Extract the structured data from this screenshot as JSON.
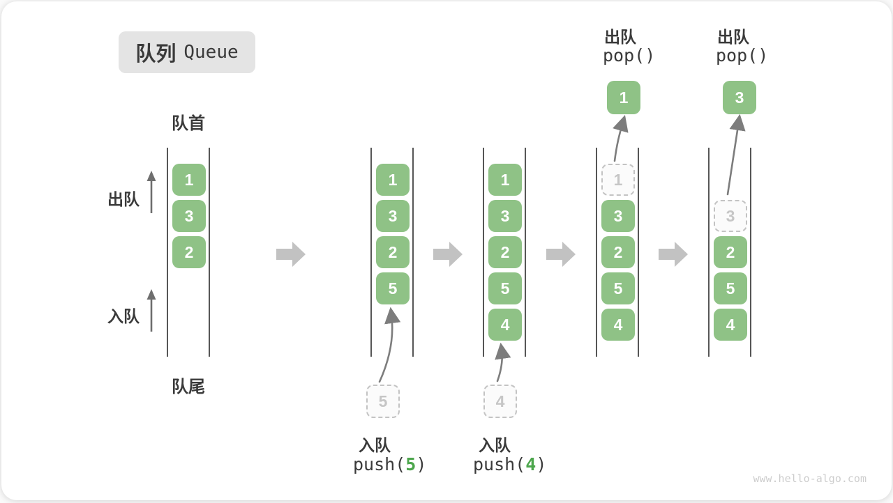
{
  "title": {
    "zh": "队列",
    "en": "Queue"
  },
  "labels": {
    "front": "队首",
    "rear": "队尾",
    "dequeue": "出队",
    "enqueue": "入队"
  },
  "colors": {
    "block_green": "#8fc286",
    "code_arg_green": "#4ca64c",
    "flow_arrow_gray": "#c2c2c2",
    "rail_dark": "#565656",
    "ghost_gray": "#c6c6c6",
    "title_box_bg": "#e4e4e4"
  },
  "states": [
    {
      "blocks": [
        "1",
        "3",
        "2"
      ]
    },
    {
      "blocks": [
        "1",
        "3",
        "2",
        "5"
      ],
      "incoming": "5"
    },
    {
      "blocks": [
        "1",
        "3",
        "2",
        "5",
        "4"
      ],
      "incoming": "4"
    },
    {
      "ghost": "1",
      "blocks": [
        "3",
        "2",
        "5",
        "4"
      ],
      "popped": "1"
    },
    {
      "ghost": "3",
      "blocks": [
        "2",
        "5",
        "4"
      ],
      "popped": "3"
    }
  ],
  "operations": {
    "push5": {
      "name": "入队",
      "fn": "push(",
      "arg": "5",
      "close": ")"
    },
    "push4": {
      "name": "入队",
      "fn": "push(",
      "arg": "4",
      "close": ")"
    },
    "pop1": {
      "name": "出队",
      "code": "pop()"
    },
    "pop2": {
      "name": "出队",
      "code": "pop()"
    }
  },
  "watermark": "www.hello-algo.com"
}
